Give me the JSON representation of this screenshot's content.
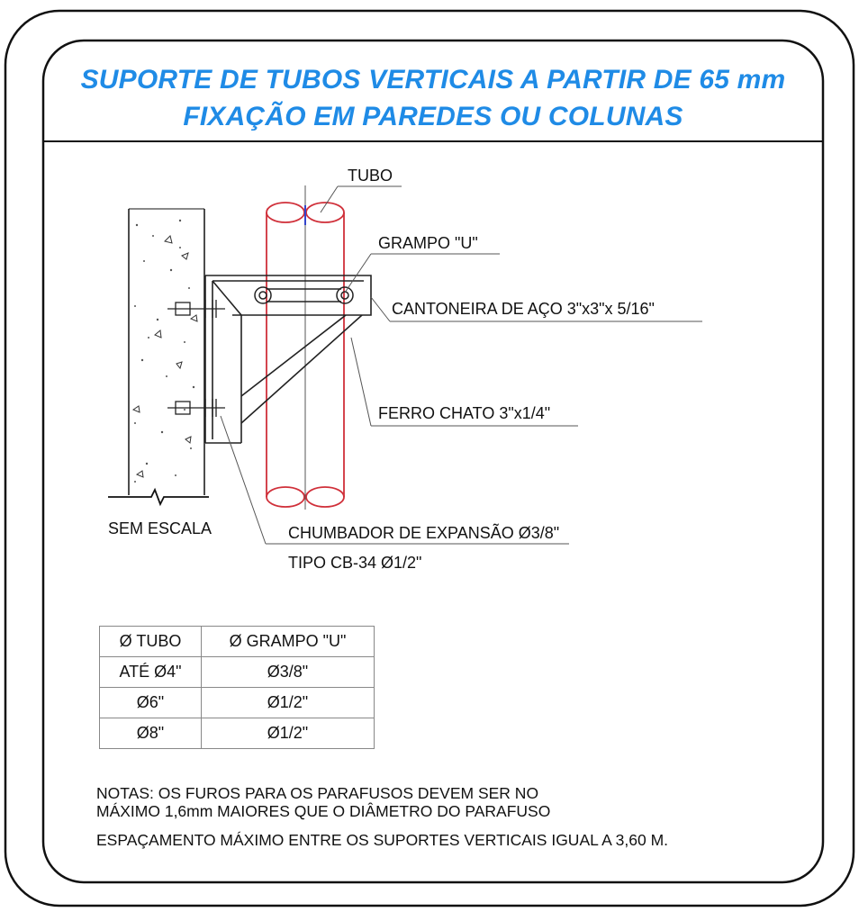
{
  "title": {
    "line1": "SUPORTE DE TUBOS VERTICAIS A PARTIR DE 65 mm",
    "line2": "FIXAÇÃO EM PAREDES OU COLUNAS"
  },
  "labels": {
    "tubo": "TUBO",
    "grampo": "GRAMPO \"U\"",
    "cantoneira": "CANTONEIRA DE AÇO 3\"x3\"x 5/16\"",
    "ferro_chato": "FERRO CHATO 3\"x1/4\"",
    "chumbador": "CHUMBADOR DE EXPANSÃO Ø3/8\"",
    "tipo": "TIPO CB-34 Ø1/2\"",
    "sem_escala": "SEM ESCALA"
  },
  "table": {
    "headers": [
      "Ø TUBO",
      "Ø GRAMPO \"U\""
    ],
    "rows": [
      [
        "ATÉ Ø4\"",
        "Ø3/8\""
      ],
      [
        "Ø6\"",
        "Ø1/2\""
      ],
      [
        "Ø8\"",
        "Ø1/2\""
      ]
    ]
  },
  "notes": {
    "line1": "NOTAS: OS FUROS PARA OS PARAFUSOS DEVEM SER NO",
    "line2": "MÁXIMO 1,6mm MAIORES QUE O DIÂMETRO DO PARAFUSO",
    "line3": "ESPAÇAMENTO MÁXIMO ENTRE OS SUPORTES VERTICAIS IGUAL A 3,60 M."
  },
  "colors": {
    "title": "#1f8be6",
    "pipe": "#d0303a",
    "lines": "#222222"
  }
}
